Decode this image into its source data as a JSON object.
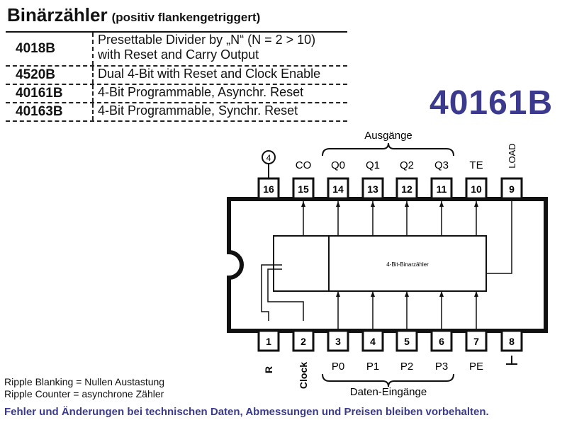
{
  "title": {
    "main": "Binärzähler",
    "sub": "(positiv flankengetriggert)"
  },
  "table": [
    {
      "code": "4018B",
      "lines": [
        "Presettable Divider by „N“ (N = 2 > 10)",
        "with Reset and Carry Output"
      ]
    },
    {
      "code": "4520B",
      "lines": [
        "Dual 4-Bit with Reset and Clock Enable"
      ]
    },
    {
      "code": "40161B",
      "lines": [
        "4-Bit Programmable, Asynchr. Reset"
      ]
    },
    {
      "code": "40163B",
      "lines": [
        "4-Bit Programmable, Synchr. Reset"
      ]
    }
  ],
  "chip_title": "40161B",
  "diagram": {
    "top_group_label": "Ausgänge",
    "bottom_group_label": "Daten-Eingänge",
    "block_label": "4-Bit-Binarzähler",
    "top_pins": [
      {
        "num": "16",
        "label": ""
      },
      {
        "num": "15",
        "label": "CO"
      },
      {
        "num": "14",
        "label": "Q0"
      },
      {
        "num": "13",
        "label": "Q1"
      },
      {
        "num": "12",
        "label": "Q2"
      },
      {
        "num": "11",
        "label": "Q3"
      },
      {
        "num": "10",
        "label": "TE"
      },
      {
        "num": "9",
        "label": "LOAD"
      }
    ],
    "bottom_pins": [
      {
        "num": "1",
        "label": "R"
      },
      {
        "num": "2",
        "label": "Clock"
      },
      {
        "num": "3",
        "label": "P0"
      },
      {
        "num": "4",
        "label": "P1"
      },
      {
        "num": "5",
        "label": "P2"
      },
      {
        "num": "6",
        "label": "P3"
      },
      {
        "num": "7",
        "label": "PE"
      },
      {
        "num": "8",
        "label": ""
      }
    ],
    "vdd_mark": "4"
  },
  "notes": [
    "Ripple Blanking = Nullen Austastung",
    "Ripple Counter = asynchrone Zähler"
  ],
  "footer": "Fehler und Änderungen bei technischen Daten, Abmessungen und Preisen bleiben vorbehalten."
}
